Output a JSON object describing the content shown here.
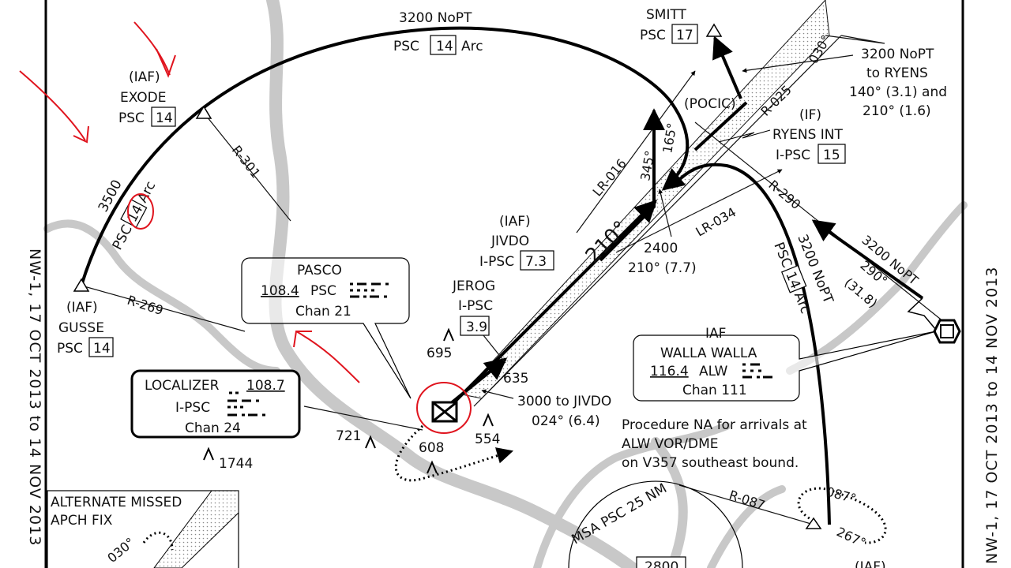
{
  "side_text": {
    "left": "NW-1, 17 OCT 2013 to 14 NOV 2013",
    "right": "NW-1, 17 OCT 2013 to 14 NOV 2013"
  },
  "fixes": {
    "exode": {
      "role": "(IAF)",
      "name": "EXODE",
      "nav": "PSC",
      "dme": "14"
    },
    "gusse": {
      "role": "(IAF)",
      "name": "GUSSE",
      "nav": "PSC",
      "dme": "14"
    },
    "smitt": {
      "name": "SMITT",
      "nav": "PSC",
      "dme": "17"
    },
    "pocic": {
      "name": "(POCIC)"
    },
    "ryens": {
      "role": "(IF)",
      "name": "RYENS INT",
      "nav": "I-PSC",
      "dme": "15"
    },
    "jivdo": {
      "role": "(IAF)",
      "name": "JIVDO",
      "nav": "I-PSC",
      "dme": "7.3"
    },
    "jerog": {
      "name": "JEROG",
      "nav": "I-PSC",
      "dme": "3.9"
    },
    "iaf_bottom": "(IAF)"
  },
  "arcs": {
    "top_alt": "3200 NoPT",
    "top_arc": "PSC",
    "top_dme": "14",
    "top_arc_word": "Arc",
    "left_alt": "3500",
    "left_arc": "PSC",
    "left_dme": "14",
    "left_arc_word": "Arc",
    "right_alt": "3200 NoPT",
    "right_arc": "PSC",
    "right_dme": "14",
    "right_arc_word": "Arc"
  },
  "radials": [
    "R-301",
    "R-269",
    "R-025",
    "R-290",
    "R-087",
    "LR-016",
    "LR-034"
  ],
  "courses": {
    "c345": "345°",
    "c165": "165°",
    "c210": "210°",
    "c030": "030°",
    "c290": "290°",
    "c087": "087°",
    "c267": "267°",
    "c030_inset": "030°"
  },
  "notes": {
    "ryens_nopt": [
      "3200 NoPT",
      "to RYENS",
      "140° (3.1) and",
      "210° (1.6)"
    ],
    "alt2400": [
      "2400",
      "210° (7.7)"
    ],
    "jivdo3000": [
      "3000 to JIVDO",
      "024° (6.4)"
    ],
    "nopt290": [
      "3200 NoPT",
      "290°",
      "(31.8)"
    ],
    "procedure_na": [
      "Procedure NA for arrivals at",
      "ALW VOR/DME",
      "on V357 southeast bound."
    ]
  },
  "navaids": {
    "pasco": {
      "name": "PASCO",
      "freq": "108.4",
      "ident": "PSC",
      "chan": "Chan 21"
    },
    "walla": {
      "role": "IAF",
      "name": "WALLA WALLA",
      "freq": "116.4",
      "ident": "ALW",
      "chan": "Chan 111"
    },
    "localizer": {
      "name": "LOCALIZER",
      "freq": "108.7",
      "ident": "I-PSC",
      "chan": "Chan 24"
    }
  },
  "elevations": [
    "695",
    "635",
    "554",
    "608",
    "721",
    "1744"
  ],
  "msa": {
    "label": "MSA PSC 25 NM",
    "value": "2800"
  },
  "inset": {
    "title": [
      "ALTERNATE MISSED",
      "APCH FIX"
    ]
  },
  "colors": {
    "annotation": "#e0141e",
    "river": "#c8c8c8"
  }
}
